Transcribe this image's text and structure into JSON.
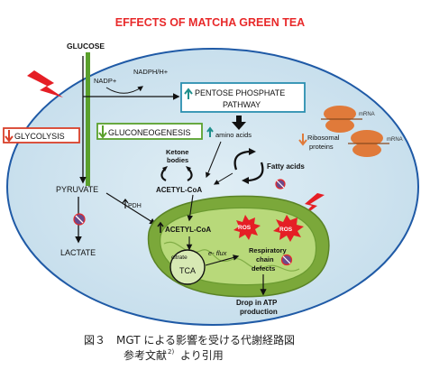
{
  "title": "EFFECTS OF MATCHA GREEN TEA",
  "labels": {
    "glucose": "GLUCOSE",
    "nadp": "NADP+",
    "nadph": "NADPH/H+",
    "pentose_line1": "PENTOSE PHOSPHATE",
    "pentose_line2": "PATHWAY",
    "glycolysis": "GLYCOLYSIS",
    "gluconeogenesis": "GLUCONEOGENESIS",
    "amino_acids": "amino acids",
    "ketone_line1": "Ketone",
    "ketone_line2": "bodies",
    "acetyl_coa_top": "ACETYL-CoA",
    "fatty_acids": "Fatty acids",
    "pyruvate": "PYRUVATE",
    "pdh": "PDH",
    "acetyl_coa_mito": "ACETYL-CoA",
    "lactate": "LACTATE",
    "citrate": "citrate",
    "tca": "TCA",
    "e_flux": "e- flux",
    "resp_line1": "Respiratory",
    "resp_line2": "chain",
    "resp_line3": "defects",
    "ros": "ROS",
    "atp_line1": "Drop in ATP",
    "atp_line2": "production",
    "mrna": "mRNA",
    "ribo_line1": "Ribosomal",
    "ribo_line2": "proteins"
  },
  "caption": {
    "line1": "図３　MGT による影響を受ける代謝経路図",
    "line2_prefix": "参考文献",
    "line2_sup": "2)",
    "line2_suffix": "より引用"
  },
  "colors": {
    "title_red": "#e8292a",
    "cell_fill": "#cfe6ef",
    "cell_stroke": "#1f5aa6",
    "mito_outer": "#7ba83a",
    "mito_inner": "#b8d97a",
    "green_bar": "#5aa02c",
    "down_arrow": "#d9402a",
    "up_arrow": "#1f8f8c",
    "ribosome": "#e07a3a"
  }
}
